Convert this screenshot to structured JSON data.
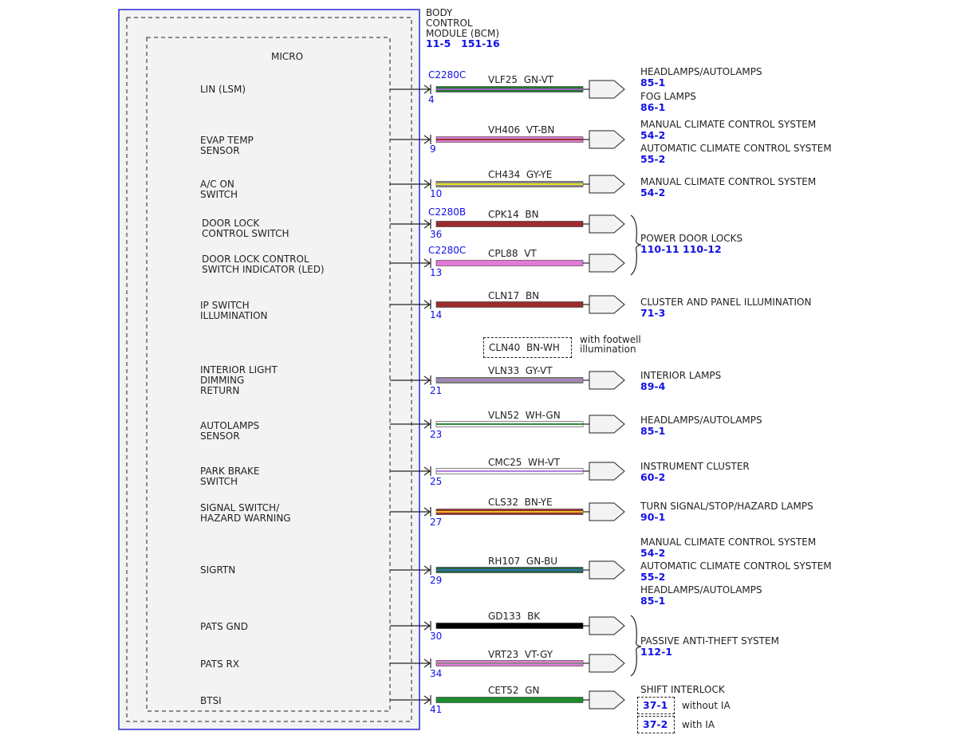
{
  "module": {
    "title": "BODY\nCONTROL\nMODULE (BCM)",
    "refs": [
      "11-5",
      "151-16"
    ],
    "micro_label": "MICRO"
  },
  "inputs": [
    "LIN (LSM)",
    "EVAP TEMP\nSENSOR",
    "A/C ON\nSWITCH",
    "DOOR LOCK\nCONTROL SWITCH",
    "DOOR LOCK CONTROL\nSWITCH INDICATOR (LED)",
    "IP SWITCH\nILLUMINATION",
    "INTERIOR LIGHT\nDIMMING\nRETURN",
    "AUTOLAMPS\nSENSOR",
    "PARK BRAKE\nSWITCH",
    "SIGNAL SWITCH/\nHAZARD WARNING",
    "SIGRTN",
    "PATS GND",
    "PATS RX",
    "BTSI"
  ],
  "connectors": [
    "C2280C",
    "C2280B",
    "C2280C"
  ],
  "circuits": [
    {
      "pin": "4",
      "wire": "VLF25  GN-VT",
      "colors": [
        "#1f7a2e",
        "#9a5fc4"
      ]
    },
    {
      "pin": "9",
      "wire": "VH406  VT-BN",
      "colors": [
        "#e27ad8",
        "#8b3a2a"
      ]
    },
    {
      "pin": "10",
      "wire": "CH434  GY-YE",
      "colors": [
        "#8a8a8a",
        "#e8e020"
      ]
    },
    {
      "pin": "36",
      "wire": "CPK14  BN",
      "colors": [
        "#9b2d2d",
        "#9b2d2d"
      ]
    },
    {
      "pin": "13",
      "wire": "CPL88  VT",
      "colors": [
        "#e27ad8",
        "#e27ad8"
      ]
    },
    {
      "pin": "14",
      "wire": "CLN17  BN",
      "colors": [
        "#9b2d2d",
        "#9b2d2d"
      ]
    },
    {
      "pin": "21",
      "wire": "VLN33  GY-VT",
      "colors": [
        "#8a8a8a",
        "#b080d8"
      ]
    },
    {
      "pin": "23",
      "wire": "VLN52  WH-GN",
      "colors": [
        "#ffffff",
        "#2e8a3a"
      ]
    },
    {
      "pin": "25",
      "wire": "CMC25  WH-VT",
      "colors": [
        "#ffffff",
        "#b080d8"
      ]
    },
    {
      "pin": "27",
      "wire": "CLS32  BN-YE",
      "colors": [
        "#9b2d2d",
        "#e8c020"
      ]
    },
    {
      "pin": "29",
      "wire": "RH107  GN-BU",
      "colors": [
        "#1f6a3a",
        "#3a6ab8"
      ]
    },
    {
      "pin": "30",
      "wire": "GD133  BK",
      "colors": [
        "#000000",
        "#000000"
      ]
    },
    {
      "pin": "34",
      "wire": "VRT23  VT-GY",
      "colors": [
        "#e27ad8",
        "#8a8a8a"
      ]
    },
    {
      "pin": "41",
      "wire": "CET52  GN",
      "colors": [
        "#1f8a2e",
        "#1f8a2e"
      ]
    }
  ],
  "optional_circuit": {
    "wire": "CLN40  BN-WH",
    "note": "with footwell\nillumination"
  },
  "destinations": [
    {
      "name": "HEADLAMPS/AUTOLAMPS",
      "ref": "85-1"
    },
    {
      "name": "FOG LAMPS",
      "ref": "86-1"
    },
    {
      "name": "MANUAL CLIMATE CONTROL SYSTEM",
      "ref": "54-2"
    },
    {
      "name": "AUTOMATIC CLIMATE CONTROL SYSTEM",
      "ref": "55-2"
    },
    {
      "name": "MANUAL CLIMATE CONTROL SYSTEM",
      "ref": "54-2"
    },
    {
      "name": "POWER DOOR LOCKS",
      "ref": "110-11 110-12"
    },
    {
      "name": "CLUSTER AND PANEL ILLUMINATION",
      "ref": "71-3"
    },
    {
      "name": "INTERIOR LAMPS",
      "ref": "89-4"
    },
    {
      "name": "HEADLAMPS/AUTOLAMPS",
      "ref": "85-1"
    },
    {
      "name": "INSTRUMENT CLUSTER",
      "ref": "60-2"
    },
    {
      "name": "TURN SIGNAL/STOP/HAZARD LAMPS",
      "ref": "90-1"
    },
    {
      "name": "MANUAL CLIMATE CONTROL SYSTEM",
      "ref": "54-2"
    },
    {
      "name": "AUTOMATIC CLIMATE CONTROL SYSTEM",
      "ref": "55-2"
    },
    {
      "name": "HEADLAMPS/AUTOLAMPS",
      "ref": "85-1"
    },
    {
      "name": "PASSIVE ANTI-THEFT SYSTEM",
      "ref": "112-1"
    },
    {
      "name": "SHIFT INTERLOCK",
      "ref": ""
    }
  ],
  "shift_interlock_options": [
    {
      "ref": "37-1",
      "note": "without IA"
    },
    {
      "ref": "37-2",
      "note": "with IA"
    }
  ]
}
